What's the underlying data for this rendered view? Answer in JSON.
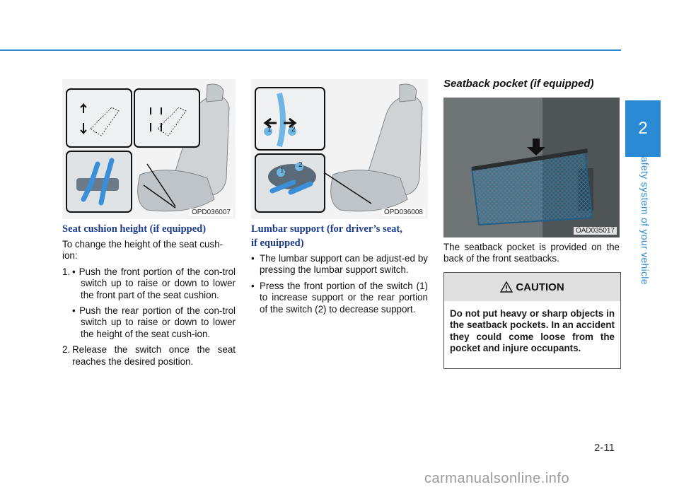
{
  "page": {
    "number": "2-11",
    "chapter": "2",
    "section_title": "Safety system of your vehicle"
  },
  "figures": {
    "seat_height": {
      "code": "OPD036007"
    },
    "lumbar": {
      "code": "OPD036008"
    },
    "pocket": {
      "code": "OAD035017"
    }
  },
  "col1": {
    "heading": "Seat cushion height (if equipped)",
    "intro": "To change the height of the seat cush-ion:",
    "step1a": "• Push the front portion of the con-trol switch up to raise or down to lower the front part of the seat cushion.",
    "step1_num": "1.",
    "step1b": "• Push the rear portion of the con-trol switch up to raise or down to lower the height of the seat cush-ion.",
    "step2_num": "2.",
    "step2": "Release the switch once the seat reaches the desired position."
  },
  "col2": {
    "heading_l1": "Lumbar support (for driver’s seat,",
    "heading_l2": "if equipped)",
    "bullet1": "The lumbar support can be adjust-ed by pressing the lumbar support switch.",
    "bullet2": "Press the front portion of the switch (1) to increase support or the rear portion of the switch (2) to decrease support."
  },
  "col3": {
    "heading": "Seatback pocket (if equipped)",
    "body": "The seatback pocket is provided on the back of the front seatbacks.",
    "caution_title": "CAUTION",
    "caution_body": "Do not put heavy or sharp objects in the seatback pockets. In an accident they could come loose from the pocket and injure occupants."
  },
  "callouts": {
    "one": "1",
    "two": "2"
  },
  "watermark": "carmanualsonline.info",
  "colors": {
    "accent": "#2a8ad4",
    "heading": "#1c3c8c",
    "caution_header": "#dfdfdf"
  }
}
